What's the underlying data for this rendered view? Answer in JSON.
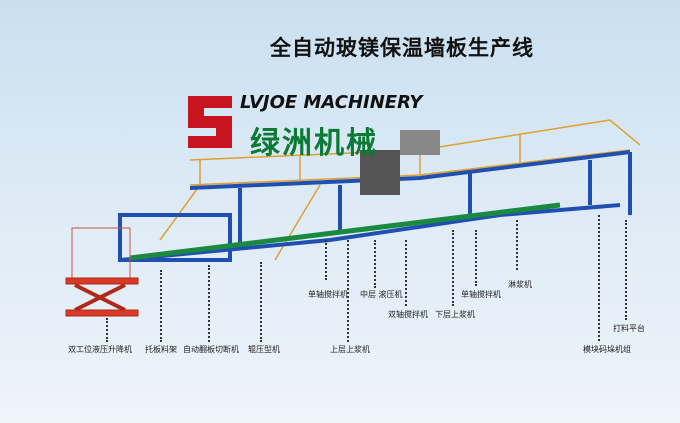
{
  "title": "全自动玻镁保温墙板生产线",
  "brand": {
    "en": "LVJOE MACHINERY",
    "cn": "绿洲机械"
  },
  "labels": [
    "双工位液压升降机",
    "托板料架",
    "自动翻板切断机",
    "辊压型机",
    "单轴搅拌机",
    "上层上浆机",
    "中层 滚压机",
    "双轴搅拌机",
    "下层上浆机",
    "单轴搅拌机",
    "淋浆机",
    "打料平台",
    "模块码垛机组"
  ]
}
